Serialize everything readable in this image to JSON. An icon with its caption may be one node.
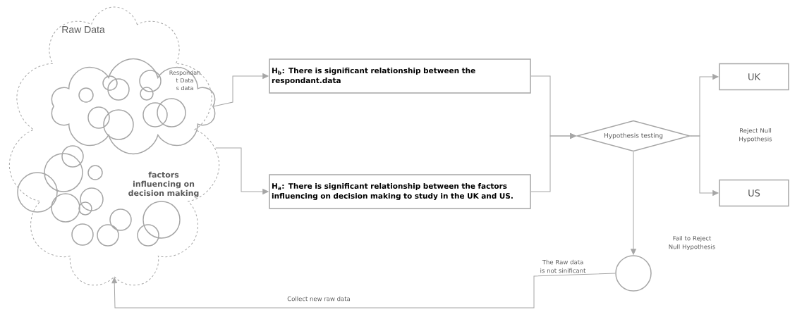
{
  "diagram": {
    "nodes": [
      {
        "text": [
          "Raw Data",
          "factors influencing on decision making"
        ]
      },
      {
        "text": [
          "Respondan t Data s data"
        ],
        "in": 0
      },
      {
        "text": [
          "H$_{b}$: There is significant relationship between the respondant.data"
        ]
      },
      {
        "text": [
          "H$_{a}$: There is significant relationship between the factors influencing on decision making to study in the UK and US."
        ]
      },
      {
        "text": [
          "Hypothesis testing"
        ]
      },
      {
        "text": [
          "UK"
        ]
      },
      {
        "text": [
          "US"
        ]
      },
      {
        "text": [],
        "shape": "circle"
      }
    ],
    "edges": [
      {
        "from": 1,
        "to": 2,
        "arrow": "to"
      },
      {
        "from": 0,
        "to": 3,
        "arrow": "to"
      },
      {
        "from": 2,
        "to": 4,
        "arrow": "to"
      },
      {
        "from": 3,
        "to": 4,
        "arrow": "to"
      },
      {
        "from": 4,
        "to": 5,
        "arrow": "to"
      },
      {
        "from": 4,
        "to": 6,
        "arrow": "to"
      },
      {
        "from": 4,
        "to": 7,
        "arrow": "to"
      },
      {
        "from": 7,
        "to": 0,
        "arrow": "to",
        "label": "Collect new raw data"
      }
    ],
    "labels": [
      "Reject Null Hypothesis",
      "Fail to Reject Null Hypothesis",
      "The Raw data is not sinificant"
    ]
  }
}
